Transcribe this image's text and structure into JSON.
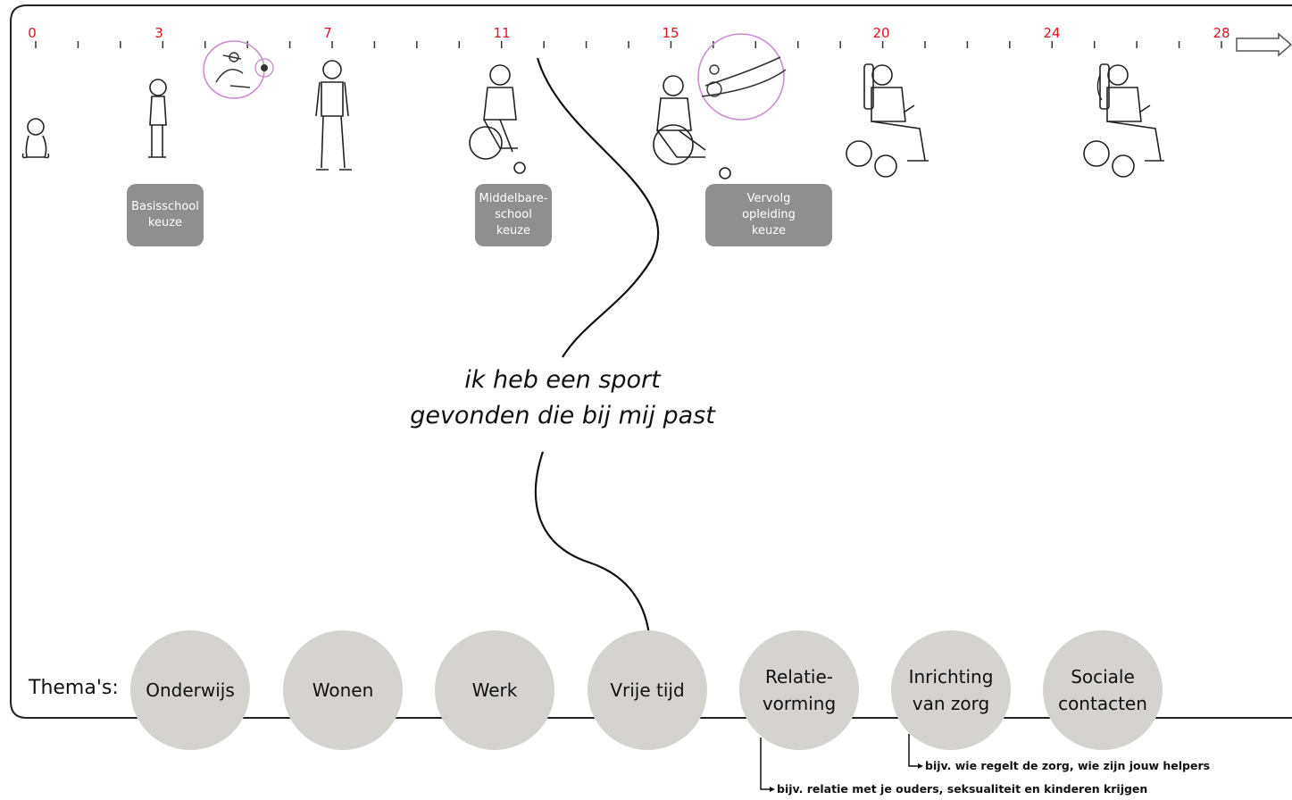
{
  "timeline": {
    "ticks": [
      {
        "age": "0",
        "pos": 0
      },
      {
        "age": "3",
        "pos": 3
      },
      {
        "age": "7",
        "pos": 7
      },
      {
        "age": "11",
        "pos": 11
      },
      {
        "age": "15",
        "pos": 15
      },
      {
        "age": "20",
        "pos": 20
      },
      {
        "age": "24",
        "pos": 24
      },
      {
        "age": "28",
        "pos": 28
      }
    ],
    "minor_tick_count": 29
  },
  "milestones": [
    {
      "text": "Basisschool\nkeuze"
    },
    {
      "text": "Middelbare-\nschool\nkeuze"
    },
    {
      "text": "Vervolg\nopleiding\nkeuze"
    }
  ],
  "quote": "ik heb een sport\ngevonden die bij mij past",
  "themes_label": "Thema's:",
  "themes": [
    {
      "label": "Onderwijs"
    },
    {
      "label": "Wonen"
    },
    {
      "label": "Werk"
    },
    {
      "label": "Vrije tijd"
    },
    {
      "label": "Relatie-\nvorming"
    },
    {
      "label": "Inrichting\nvan zorg"
    },
    {
      "label": "Sociale\ncontacten"
    }
  ],
  "notes": {
    "zorg": "bijv. wie regelt de zorg, wie zijn jouw helpers",
    "relatie": "bijv. relatie met je ouders, seksualiteit en kinderen krijgen"
  },
  "colors": {
    "tick_label": "#e0141e",
    "milestone_bg": "#8f8f8f",
    "theme_bg": "#d4d3d0",
    "inset_circle": "#c98fce"
  }
}
